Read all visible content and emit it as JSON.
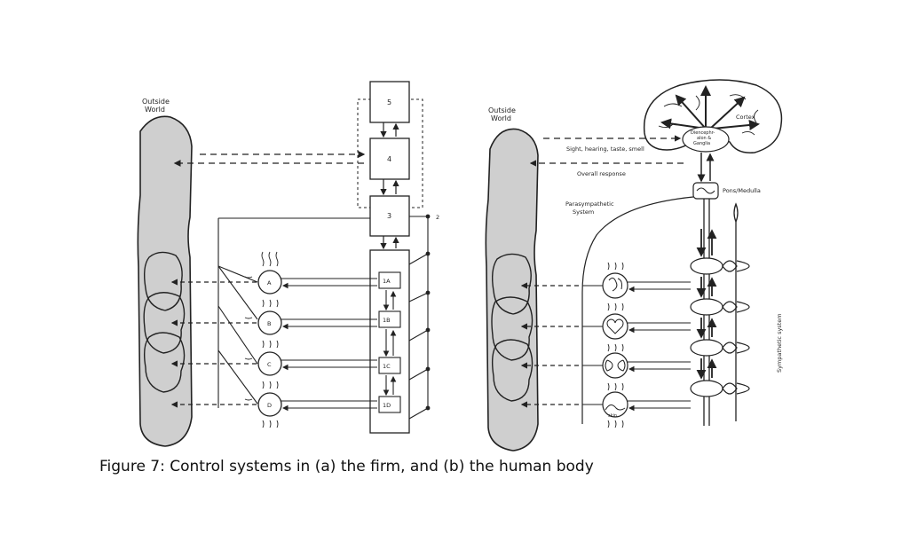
{
  "caption": "Figure 7: Control systems in (a) the firm, and (b) the human body",
  "panel_a": {
    "outside_world_line1": "Outside",
    "outside_world_line2": "World",
    "boxes": [
      "5",
      "4",
      "3",
      "1A",
      "1B",
      "1C",
      "1D"
    ],
    "nodes": [
      "A",
      "B",
      "C",
      "D"
    ],
    "marker": "2"
  },
  "panel_b": {
    "outside_world_line1": "Outside",
    "outside_world_line2": "World",
    "cortex": "Cortex",
    "diencephalon_line1": "Diencephr-",
    "diencephalon_line2": "alon &",
    "diencephalon_line3": "Ganglia",
    "senses": "Sight, hearing, taste, smell",
    "overall_response": "Overall response",
    "pons": "Pons/Medulla",
    "parasympathetic_line1": "Parasympathetic",
    "parasympathetic_line2": "System",
    "sympathetic": "Sympathetic system",
    "skin": "skin"
  },
  "colors": {
    "ink": "#222222",
    "fill": "#cfcfcf",
    "background": "#ffffff"
  }
}
